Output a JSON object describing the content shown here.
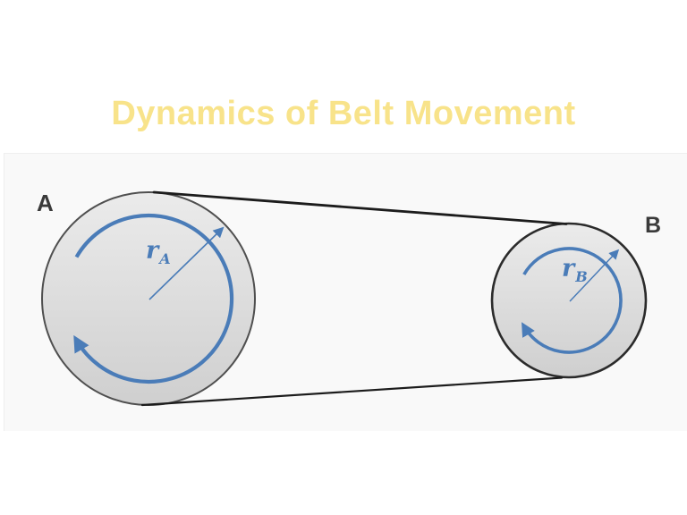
{
  "slide": {
    "title": "Dynamics of Belt Movement"
  },
  "diagram": {
    "pulley_a": {
      "label": "A",
      "radius_symbol": "r",
      "radius_subscript": "A",
      "rotation": "clockwise"
    },
    "pulley_b": {
      "label": "B",
      "radius_symbol": "r",
      "radius_subscript": "B",
      "rotation": "clockwise"
    }
  },
  "colors": {
    "title": "#F8E38A",
    "background": "#FFFFFF",
    "panel": "#F9F9F9",
    "panel_edge": "#EFEFEF",
    "pulley_fill_light": "#EBEBEB",
    "pulley_fill_dark": "#CFCFCF",
    "pulley_stroke_a": "#4F4F4F",
    "pulley_stroke_b": "#2B2B2B",
    "belt": "#1C1C1C",
    "accent_blue": "#4A7CB8",
    "label_text": "#3A3A3A"
  }
}
